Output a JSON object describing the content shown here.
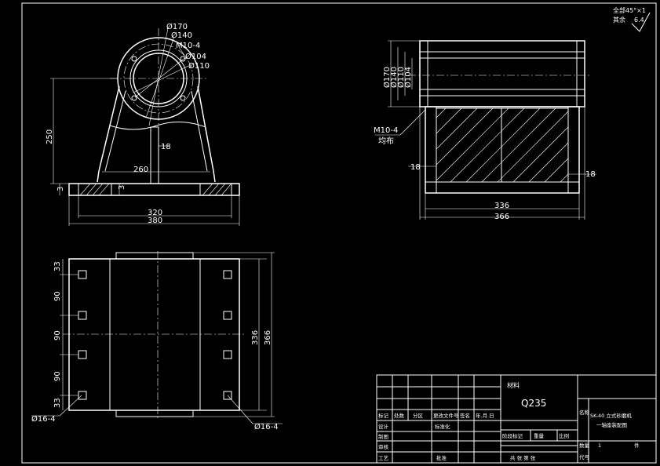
{
  "finish_note": {
    "chamfer": "全部45°×1",
    "roughness_label": "其余",
    "roughness_value": "6.4"
  },
  "front_view": {
    "d170": "Ø170",
    "d140": "Ø140",
    "thread": "M10-4",
    "d104": "Ø104",
    "d110": "Ø110",
    "height": "250",
    "rib": "18",
    "inner_width": "260",
    "base_h1": "3",
    "base_h2": "3",
    "base_in": "320",
    "base_out": "380"
  },
  "side_view": {
    "d170": "Ø170",
    "d140": "Ø140",
    "d110": "Ø110",
    "d104": "Ø104",
    "thread": "M10-4",
    "thread_note": "均布",
    "left_wall": "18",
    "right_wall": "18",
    "inner_len": "336",
    "outer_len": "366"
  },
  "top_view": {
    "rows": [
      "33",
      "90",
      "90",
      "90",
      "33"
    ],
    "inner_len": "336",
    "outer_len": "366",
    "hole_left": "Ø16-4",
    "hole_right": "Ø16-4"
  },
  "title_block": {
    "material_label": "材料",
    "material": "Q235",
    "name_label": "名称",
    "part_title_1": "SK-40 立式砂磨机",
    "part_title_2": "一轴座装配图",
    "qty_label": "数量",
    "qty_value": "1",
    "qty_unit": "件",
    "code_label": "代号",
    "header_row": [
      "标记",
      "处数",
      "分区",
      "更改文件号",
      "签名",
      "年.月.日"
    ],
    "designed": "设计",
    "standardized": "标准化",
    "checked": "制图",
    "audit": "审核",
    "process": "工艺",
    "approved": "批准",
    "stage": "阶段标记",
    "weight": "重量",
    "scale": "比例",
    "sheets": "共  张 第  张"
  }
}
